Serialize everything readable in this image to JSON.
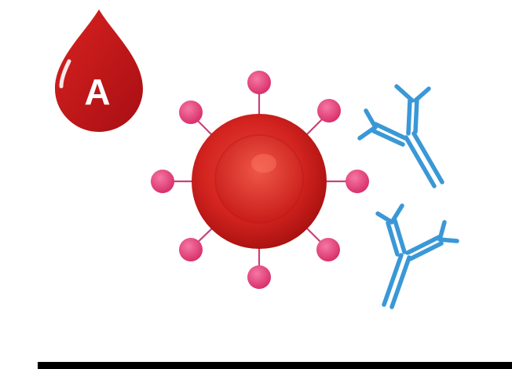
{
  "blood_type": {
    "letter": "A",
    "drop_color": "#c4141b",
    "letter_color": "#ffffff"
  },
  "red_blood_cell": {
    "color": "#d32020",
    "antigen_color": "#e23c78",
    "antigen_count": 8
  },
  "antibodies": {
    "color": "#3a98d6",
    "count": 2
  },
  "icons": [
    "blood-drop-icon",
    "red-blood-cell-icon",
    "antigen-icon",
    "antibody-icon"
  ],
  "bottom_bar_color": "#000000"
}
